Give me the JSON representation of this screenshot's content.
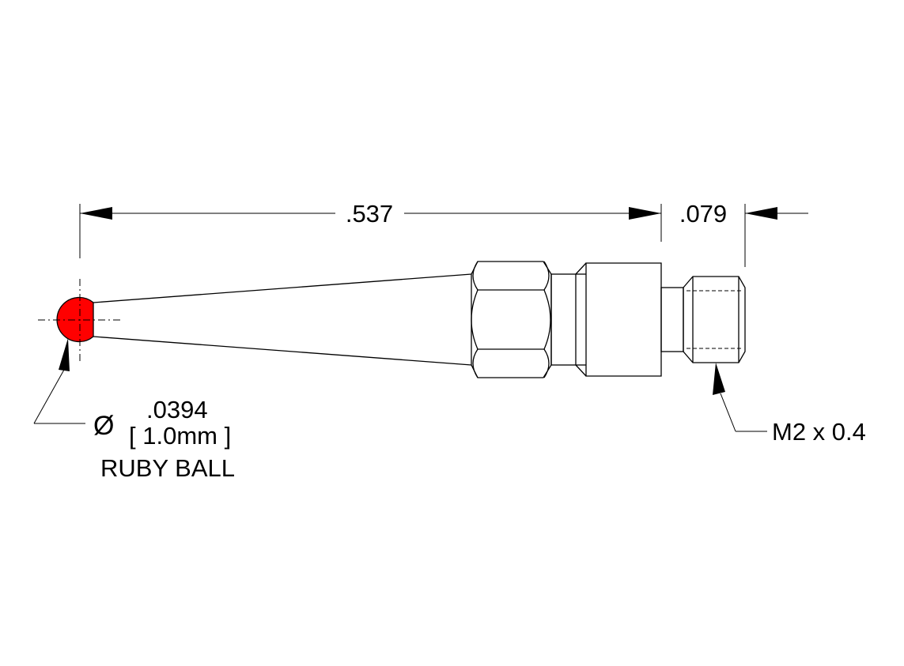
{
  "dimensions": {
    "overall_length": ".537",
    "thread_length": ".079"
  },
  "ball_callout": {
    "diameter_symbol": "Ø",
    "diameter_in": ".0394",
    "diameter_mm": "[ 1.0mm ]",
    "description": "RUBY BALL"
  },
  "thread_callout": {
    "label": "M2 x 0.4"
  },
  "colors": {
    "ruby_ball": "#ff0000",
    "line": "#000000",
    "background": "#ffffff"
  }
}
